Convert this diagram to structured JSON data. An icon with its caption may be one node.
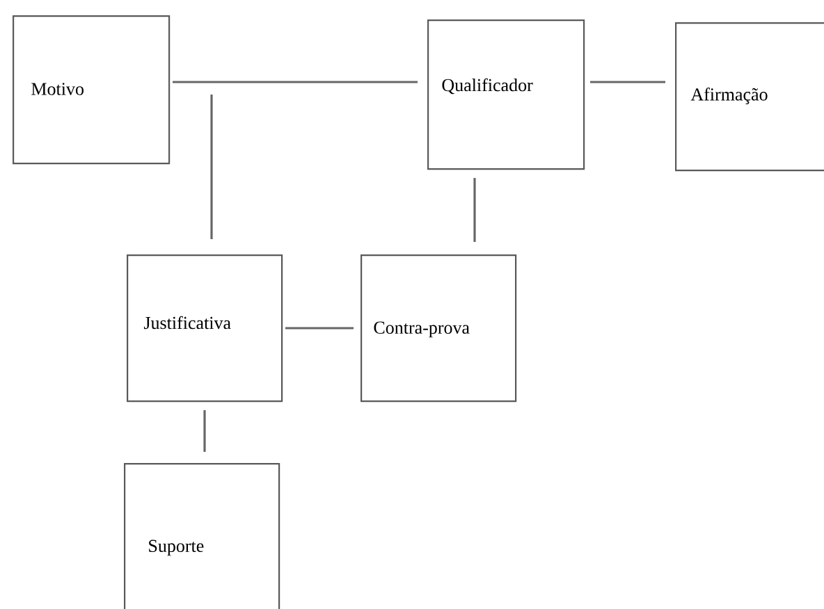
{
  "diagram": {
    "nodes": [
      {
        "text": [
          "Motivo"
        ]
      },
      {
        "text": [
          "Qualificador"
        ]
      },
      {
        "text": [
          "Afirmação"
        ]
      },
      {
        "text": [
          "Justificativa"
        ]
      },
      {
        "text": [
          "Contra-prova"
        ]
      },
      {
        "text": [
          "Suporte"
        ]
      }
    ],
    "edges": [
      {
        "from": 0,
        "to": 1,
        "arrow": "none"
      },
      {
        "from": 1,
        "to": 2,
        "arrow": "none"
      },
      {
        "from": 3,
        "to": null,
        "arrow": "none"
      },
      {
        "from": 1,
        "to": 4,
        "arrow": "none"
      },
      {
        "from": 3,
        "to": 4,
        "arrow": "none"
      },
      {
        "from": 3,
        "to": 5,
        "arrow": "none"
      }
    ]
  }
}
